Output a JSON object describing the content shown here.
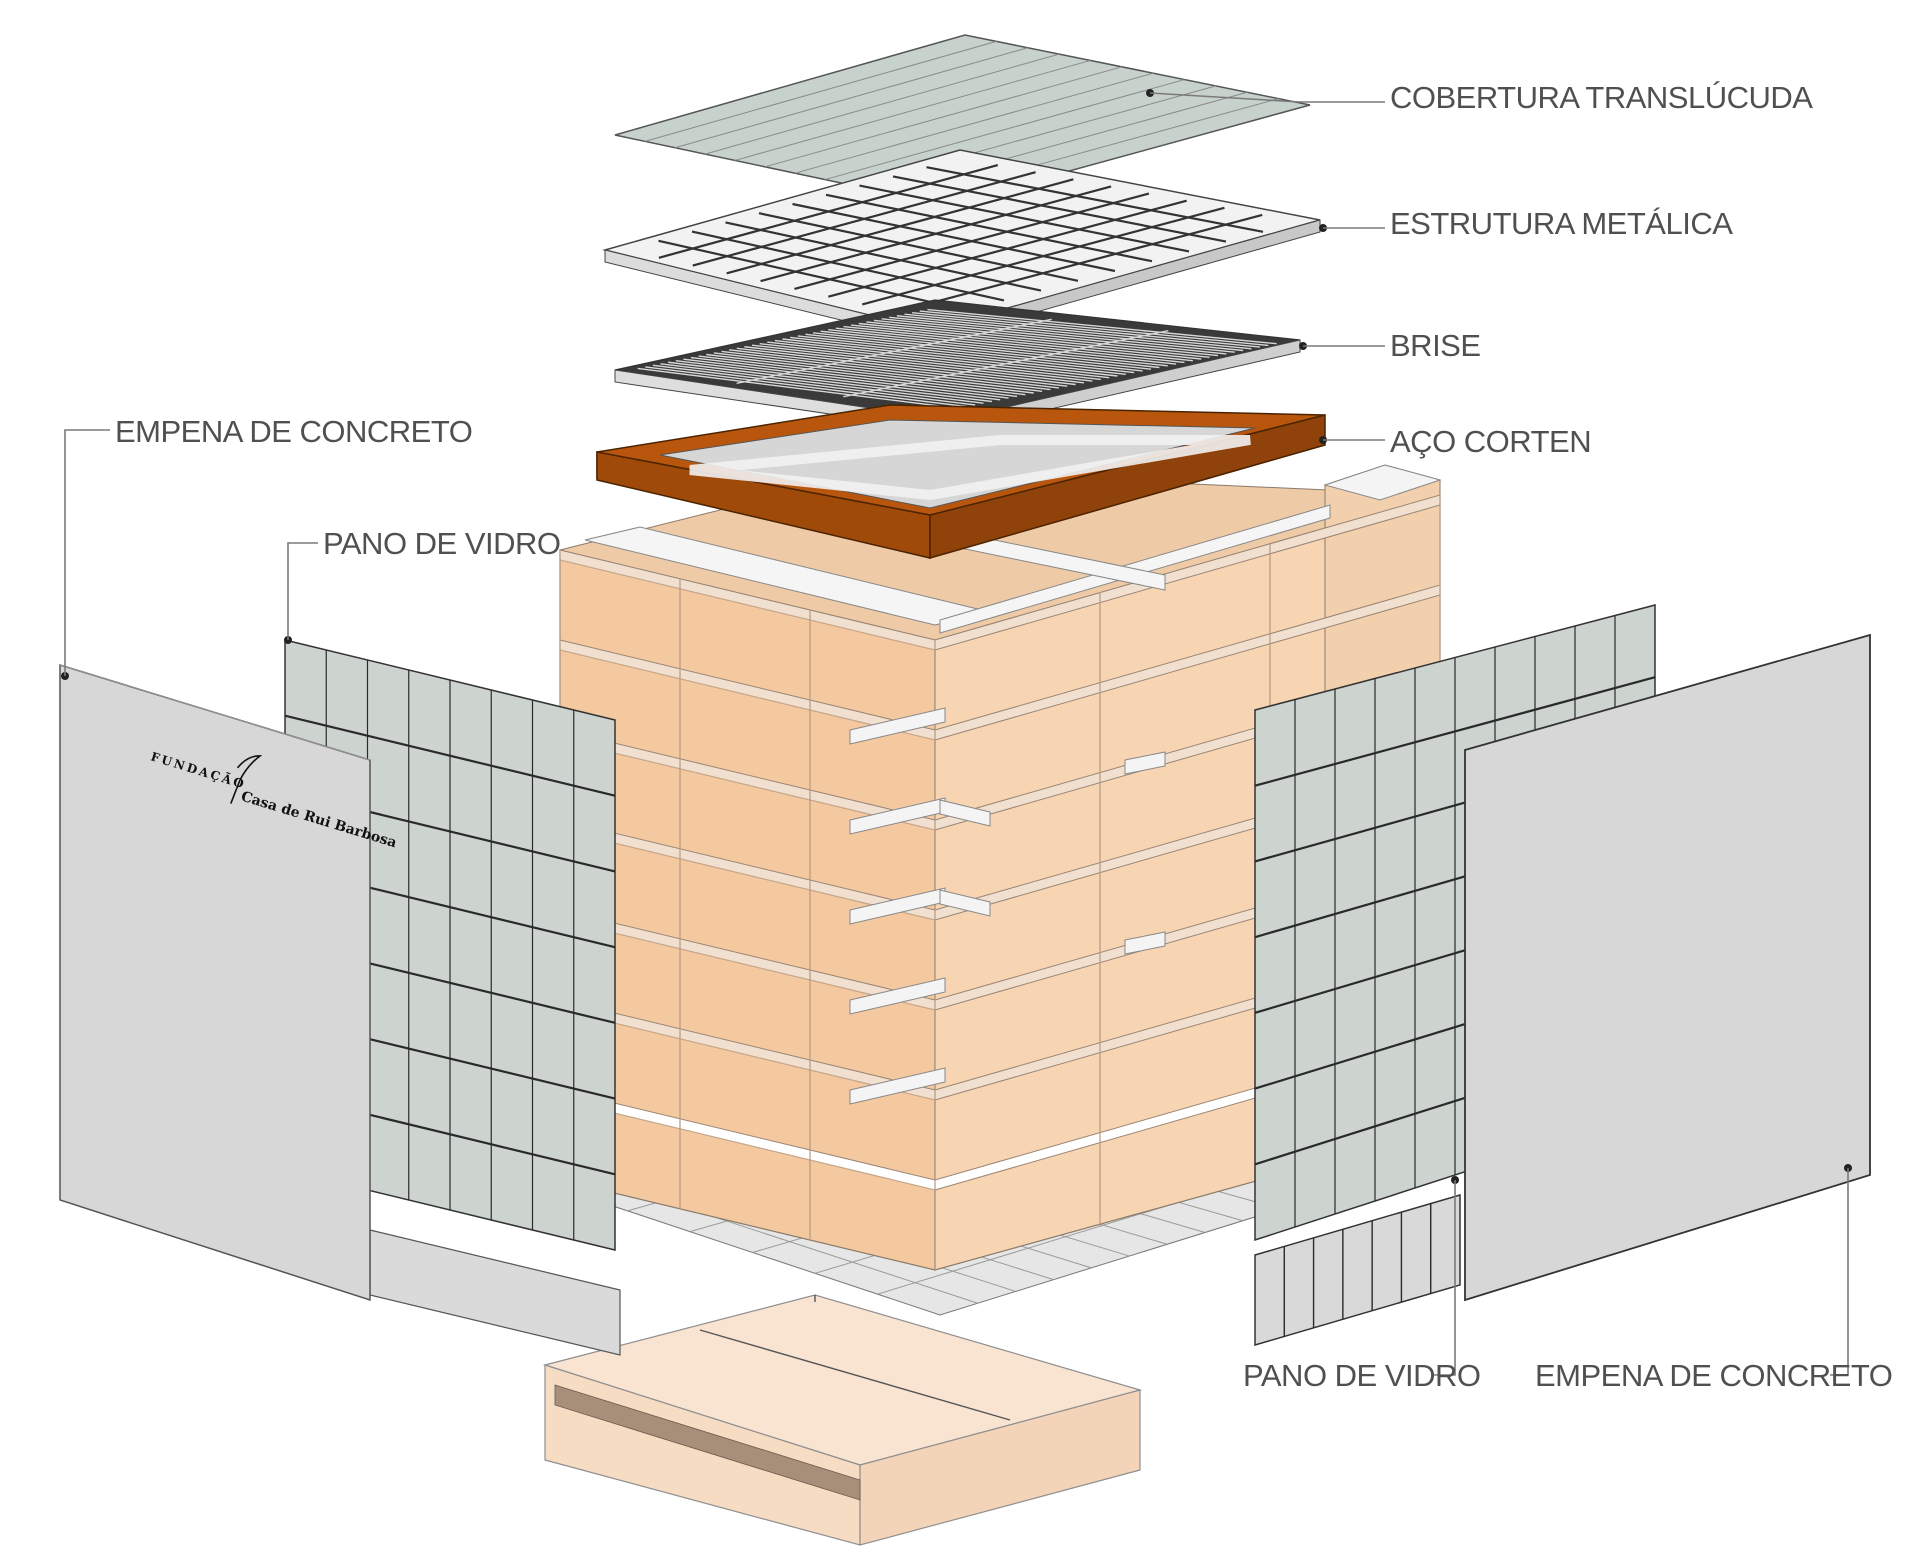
{
  "labels": {
    "cobertura": "COBERTURA TRANSLÚCUDA",
    "estrutura": "ESTRUTURA METÁLICA",
    "brise": "BRISE",
    "aco_corten": "AÇO CORTEN",
    "empena_left": "EMPENA DE CONCRETO",
    "pano_left": "PANO DE VIDRO",
    "pano_right": "PANO DE VIDRO",
    "empena_right": "EMPENA DE CONCRETO"
  },
  "logo": {
    "line1": "FUNDAÇÃO",
    "line2": "Casa de Rui Barbosa"
  },
  "colors": {
    "translucent_roof": "#c8d2cc",
    "corten": "#b8560e",
    "building": "#f5c9a0",
    "glass": "#c9d1cc",
    "concrete": "#d4d4d4"
  }
}
